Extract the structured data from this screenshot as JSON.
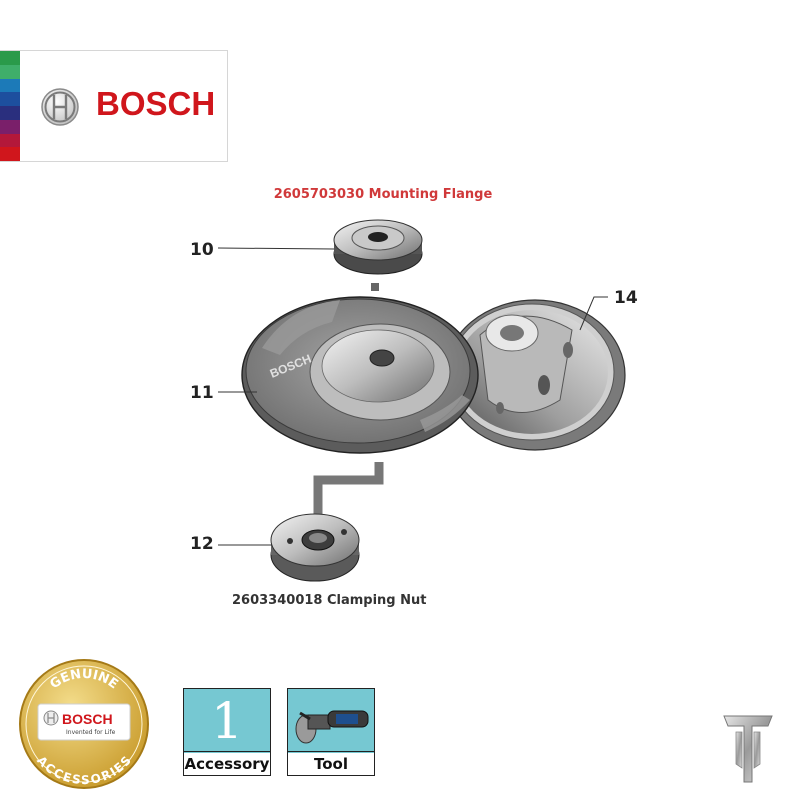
{
  "header": {
    "brand": "BOSCH",
    "brand_color": "#d0161c"
  },
  "diagram": {
    "top_caption": "2605703030 Mounting Flange",
    "top_caption_color": "#d0393a",
    "bottom_caption": "2603340018 Clamping Nut",
    "bottom_caption_color": "#333333",
    "disc_marking": "BOSCH",
    "parts": [
      {
        "number": "10",
        "name": "mounting-flange"
      },
      {
        "number": "11",
        "name": "grinding-disc"
      },
      {
        "number": "12",
        "name": "clamping-nut"
      },
      {
        "number": "14",
        "name": "disc-guard"
      }
    ]
  },
  "seal": {
    "top_text": "GENUINE",
    "bottom_text": "ACCESSORIES",
    "brand": "BOSCH",
    "tagline": "Invented for Life"
  },
  "info_boxes": {
    "quantity": "1",
    "quantity_label": "Accessory",
    "tool_label": "Tool",
    "accent_color": "#76c8d2"
  }
}
